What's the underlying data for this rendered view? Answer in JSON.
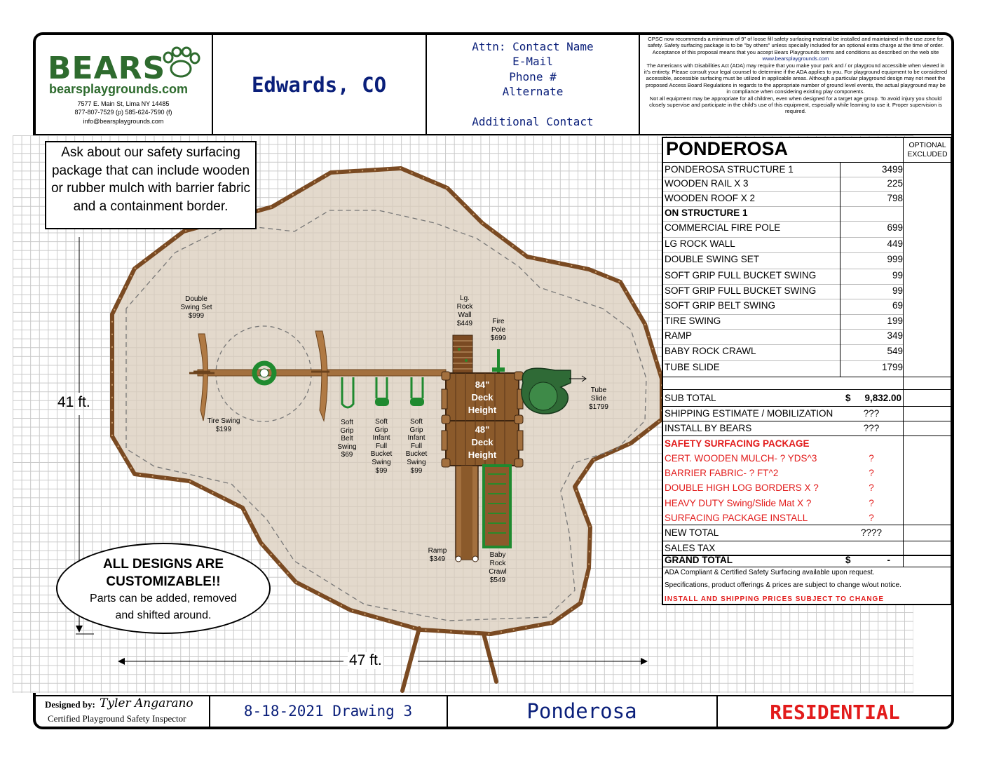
{
  "company": {
    "name": "BEARS",
    "website": "bearsplaygrounds.com",
    "address": "7577 E. Main St, Lima NY 14485",
    "phone": "877-807-7529 (p) 585-624-7590 (f)",
    "email": "info@bearsplaygrounds.com",
    "brand_color": "#2e6b2e"
  },
  "location": "Edwards, CO",
  "contact": {
    "attn": "Attn: Contact Name",
    "email": "E-Mail",
    "phone": "Phone #",
    "alternate": "Alternate",
    "additional": "Additional Contact"
  },
  "notice": {
    "p1": "CPSC now recommends a minimum of 9\" of loose fill safety surfacing material be installed and maintained in the use zone for safety. Safety surfacing package is to be \"by others\" unless specially included for an optional extra charge at the time of order. Acceptance of this proposal means that you accept Bears Playgrounds terms and conditions as described on the web site",
    "link": "www.bearsplaygrounds.com",
    "p2": "The Americans with Disabilities Act (ADA) may require that you make your park and / or playground accessible when viewed in it's entirety. Please consult your legal counsel to determine if the ADA applies to you. For playground equipment to be considered accessible, accessible surfacing must be utilized in applicable areas. Although a particular playground design may not meet the proposed Access Board Regulations in regards to the appropriate number of ground level events, the actual playground may be in compliance when considering existing play components.",
    "p3": "Not all equipment may be appropriate for all children, even when designed for a target age group. To avoid injury you should closely supervise and participate in the child's use of this equipment, especially while learning to use it. Proper supervision is required."
  },
  "callout": "Ask about our safety surfacing package that can include wooden or rubber mulch with barrier fabric and a containment border.",
  "customizable": {
    "heading1": "ALL DESIGNS ARE",
    "heading2": "CUSTOMIZABLE!!",
    "line1": "Parts can be added, removed",
    "line2": "and shifted around."
  },
  "dimensions": {
    "height": "41 ft.",
    "width": "47 ft."
  },
  "drawing_labels": {
    "double_swing": [
      "Double",
      "Swing Set",
      "$999"
    ],
    "tire_swing": [
      "Tire Swing",
      "$199"
    ],
    "belt_swing": [
      "Soft",
      "Grip",
      "Belt",
      "Swing",
      "$69"
    ],
    "infant_swing_1": [
      "Soft",
      "Grip",
      "Infant",
      "Full",
      "Bucket",
      "Swing",
      "$99"
    ],
    "infant_swing_2": [
      "Soft",
      "Grip",
      "Infant",
      "Full",
      "Bucket",
      "Swing",
      "$99"
    ],
    "rock_wall": [
      "Lg.",
      "Rock",
      "Wall",
      "$449"
    ],
    "fire_pole": [
      "Fire",
      "Pole",
      "$699"
    ],
    "tube_slide": [
      "Tube",
      "Slide",
      "$1799"
    ],
    "ramp": [
      "Ramp",
      "$349"
    ],
    "baby_rock": [
      "Baby",
      "Rock",
      "Crawl",
      "$549"
    ],
    "deck84": [
      "84\"",
      "Deck",
      "Height"
    ],
    "deck48": [
      "48\"",
      "Deck",
      "Height"
    ]
  },
  "price_table": {
    "title": "PONDEROSA",
    "optional_header": [
      "OPTIONAL",
      "EXCLUDED"
    ],
    "items": [
      {
        "name": "PONDEROSA STRUCTURE 1",
        "price": "3499"
      },
      {
        "name": "WOODEN RAIL X 3",
        "price": "225"
      },
      {
        "name": "WOODEN ROOF X 2",
        "price": "798"
      },
      {
        "name": "ON STRUCTURE 1",
        "price": ""
      },
      {
        "name": "COMMERCIAL FIRE POLE",
        "price": "699"
      },
      {
        "name": "LG ROCK WALL",
        "price": "449"
      },
      {
        "name": "DOUBLE SWING SET",
        "price": "999"
      },
      {
        "name": "SOFT GRIP FULL BUCKET SWING",
        "price": "99"
      },
      {
        "name": "SOFT GRIP FULL BUCKET SWING",
        "price": "99"
      },
      {
        "name": "SOFT GRIP BELT SWING",
        "price": "69"
      },
      {
        "name": "TIRE SWING",
        "price": "199"
      },
      {
        "name": "RAMP",
        "price": "349"
      },
      {
        "name": "BABY ROCK CRAWL",
        "price": "549"
      },
      {
        "name": "TUBE SLIDE",
        "price": "1799"
      }
    ],
    "subtotal_label": "SUB TOTAL",
    "subtotal_currency": "$",
    "subtotal_value": "9,832.00",
    "shipping_label": "SHIPPING ESTIMATE / MOBILIZATION",
    "shipping_value": "???",
    "install_label": "INSTALL BY BEARS",
    "install_value": "???",
    "safety_title": "SAFETY SURFACING PACKAGE",
    "safety_items": [
      {
        "name": "CERT. WOODEN MULCH- ? YDS^3",
        "value": "?"
      },
      {
        "name": "BARRIER FABRIC- ? FT^2",
        "value": "?"
      },
      {
        "name": "DOUBLE HIGH LOG BORDERS X ?",
        "value": "?"
      },
      {
        "name": "HEAVY DUTY Swing/Slide Mat X ?",
        "value": "?"
      },
      {
        "name": "SURFACING PACKAGE INSTALL",
        "value": "?"
      }
    ],
    "new_total_label": "NEW TOTAL",
    "new_total_value": "????",
    "sales_tax_label": "SALES TAX",
    "grand_total_label": "GRAND TOTAL",
    "grand_total_currency": "$",
    "grand_total_value": "-",
    "note1": "ADA Compliant & Certified Safety Surfacing available upon request.",
    "note2": "Specifications, product offerings & prices are subject to change w/out notice.",
    "note3": "INSTALL AND SHIPPING PRICES SUBJECT TO CHANGE"
  },
  "footer": {
    "designed_by_label": "Designed by:",
    "designer": "Tyler Angarano",
    "designer_title": "Certified Playground Safety Inspector",
    "date_drawing": "8-18-2021 Drawing 3",
    "design_name": "Ponderosa",
    "type": "RESIDENTIAL"
  },
  "colors": {
    "accent_red": "#e21b1b",
    "navy": "#0a1f7a",
    "wood": "#8b5a2b",
    "border_brown": "#7a4a22",
    "surface": "#d9ccbb",
    "green": "#2a8a2a"
  }
}
